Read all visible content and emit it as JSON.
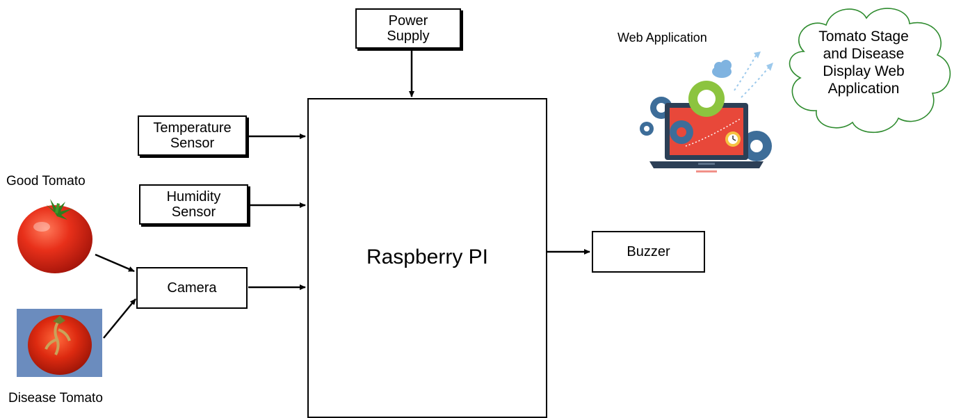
{
  "blocks": {
    "power_supply": [
      "Power",
      "Supply"
    ],
    "temperature_sensor": [
      "Temperature",
      "Sensor"
    ],
    "humidity_sensor": [
      "Humidity",
      "Sensor"
    ],
    "camera": "Camera",
    "raspberry_pi": "Raspberry PI",
    "buzzer": "Buzzer"
  },
  "labels": {
    "good_tomato": "Good Tomato",
    "disease_tomato": "Disease Tomato",
    "web_application": "Web Application"
  },
  "cloud": [
    "Tomato Stage",
    "and Disease",
    "Display Web",
    "Application"
  ],
  "colors": {
    "tomato_red": "#d62a12",
    "cloud_outline": "#2e8b2e",
    "gear_blue": "#3d6d99",
    "gear_green": "#8cc43f",
    "screen_red": "#e8483a",
    "laptop_dark": "#2c3f56"
  }
}
